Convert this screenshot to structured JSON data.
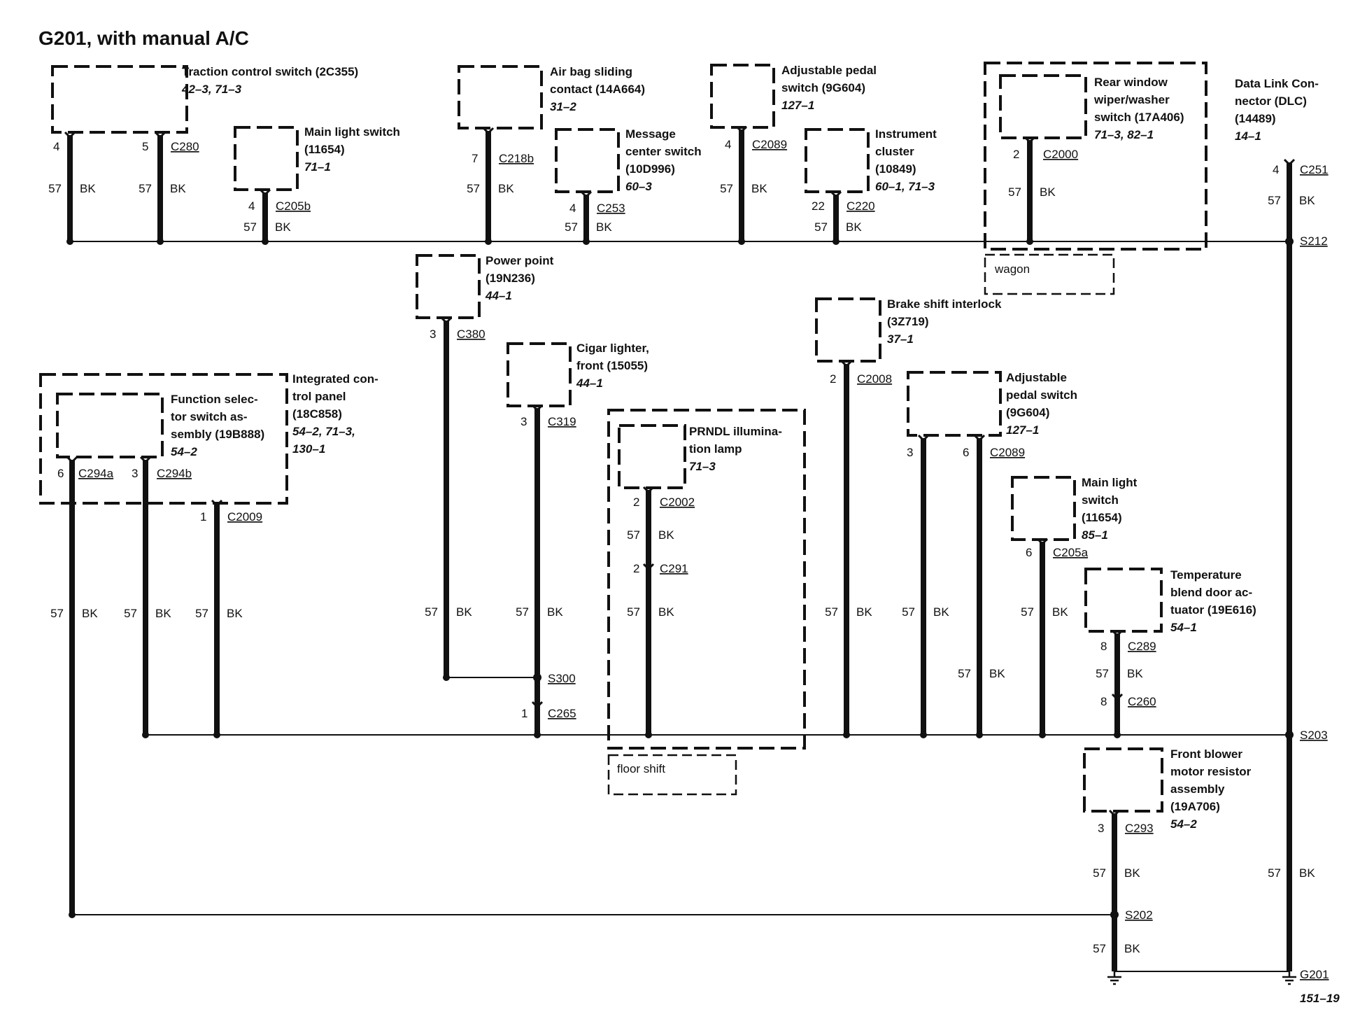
{
  "title": "G201, with manual A/C",
  "figure_number": "151–19",
  "wire": {
    "circuit": "57",
    "color": "BK"
  },
  "components": {
    "traction": {
      "name": [
        "Traction control switch (2C355)"
      ],
      "refs": "42–3, 71–3",
      "pins": [
        {
          "pin": "4",
          "connector": ""
        },
        {
          "pin": "5",
          "connector": "C280"
        }
      ]
    },
    "main_light_top": {
      "name": [
        "Main light switch",
        "(11654)"
      ],
      "refs": "71–1",
      "pin": "4",
      "connector": "C205b"
    },
    "airbag": {
      "name": [
        "Air bag sliding",
        "contact (14A664)"
      ],
      "refs": "31–2",
      "pin": "7",
      "connector": "C218b"
    },
    "message": {
      "name": [
        "Message",
        "center switch",
        "(10D996)"
      ],
      "refs": "60–3",
      "pin": "4",
      "connector": "C253"
    },
    "pedal_top": {
      "name": [
        "Adjustable pedal",
        "switch (9G604)"
      ],
      "refs": "127–1",
      "pin": "4",
      "connector": "C2089"
    },
    "cluster": {
      "name": [
        "Instrument",
        "cluster",
        "(10849)"
      ],
      "refs": "60–1, 71–3",
      "pin": "22",
      "connector": "C220"
    },
    "rear_wiper": {
      "name": [
        "Rear window",
        "wiper/washer",
        "switch (17A406)"
      ],
      "refs": "71–3, 82–1",
      "pin": "2",
      "connector": "C2000"
    },
    "dlc": {
      "name": [
        "Data Link Con-",
        "nector (DLC)",
        "(14489)"
      ],
      "refs": "14–1",
      "pin": "4",
      "connector": "C251"
    },
    "power_point": {
      "name": [
        "Power point",
        "(19N236)"
      ],
      "refs": "44–1",
      "pin": "3",
      "connector": "C380"
    },
    "cigar": {
      "name": [
        "Cigar lighter,",
        "front (15055)"
      ],
      "refs": "44–1",
      "pin": "3",
      "connector": "C319"
    },
    "icp": {
      "name": [
        "Integrated con-",
        "trol panel",
        "(18C858)"
      ],
      "refs": [
        "54–2, 71–3,",
        "130–1"
      ],
      "pin": "1",
      "connector": "C2009"
    },
    "func_sel": {
      "name": [
        "Function selec-",
        "tor switch as-",
        "sembly (19B888)"
      ],
      "refs": "54–2",
      "pins": [
        {
          "pin": "6",
          "connector": "C294a"
        },
        {
          "pin": "3",
          "connector": "C294b"
        }
      ]
    },
    "prndl": {
      "name": [
        "PRNDL illumina-",
        "tion lamp"
      ],
      "refs": "71–3",
      "pins": [
        {
          "pin": "2",
          "connector": "C2002"
        },
        {
          "pin": "2",
          "connector": "C291"
        }
      ]
    },
    "brake_shift": {
      "name": [
        "Brake shift interlock",
        "(3Z719)"
      ],
      "refs": "37–1",
      "pin": "2",
      "connector": "C2008"
    },
    "pedal_mid": {
      "name": [
        "Adjustable",
        "pedal switch",
        "(9G604)"
      ],
      "refs": "127–1",
      "pins": [
        {
          "pin": "3",
          "connector": ""
        },
        {
          "pin": "6",
          "connector": "C2089"
        }
      ]
    },
    "main_light_mid": {
      "name": [
        "Main light",
        "switch",
        "(11654)"
      ],
      "refs": "85–1",
      "pin": "6",
      "connector": "C205a"
    },
    "temp_blend": {
      "name": [
        "Temperature",
        "blend door ac-",
        "tuator (19E616)"
      ],
      "refs": "54–1",
      "pins": [
        {
          "pin": "8",
          "connector": "C289"
        },
        {
          "pin": "8",
          "connector": "C260"
        }
      ]
    },
    "blower": {
      "name": [
        "Front blower",
        "motor resistor",
        "assembly",
        "(19A706)"
      ],
      "refs": "54–2",
      "pin": "3",
      "connector": "C293"
    }
  },
  "splices": {
    "s212": "S212",
    "s300": "S300",
    "s203": "S203",
    "s202": "S202"
  },
  "inline_connector": {
    "pin": "1",
    "connector": "C265"
  },
  "ground": "G201",
  "options": {
    "wagon": "wagon",
    "floor_shift": "floor shift"
  }
}
